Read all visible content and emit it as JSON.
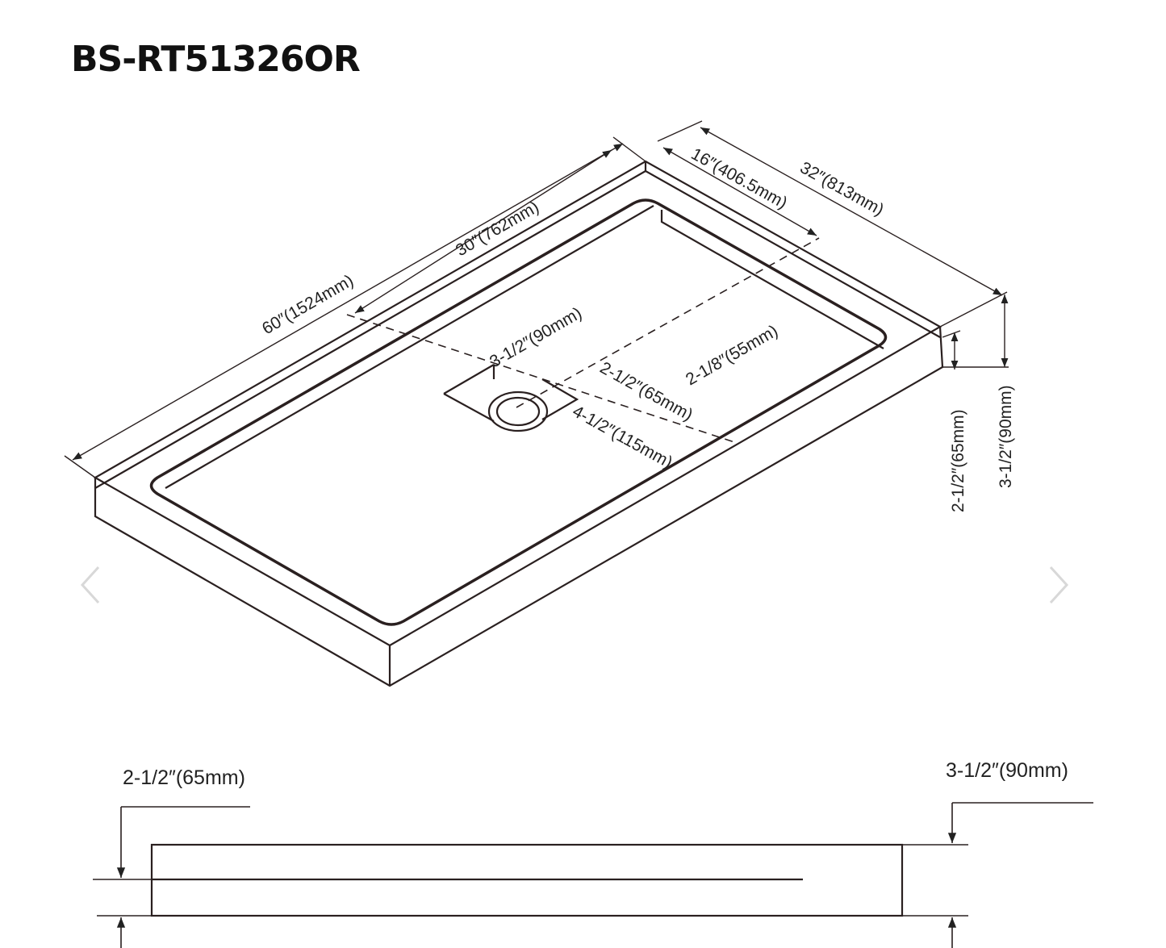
{
  "title": "BS-RT51326OR",
  "labels": {
    "length": "60″(1524mm)",
    "half_length": "30″(762mm)",
    "half_width": "16″(406.5mm)",
    "width": "32″(813mm)",
    "drain_depth": "3-1/2″(90mm)",
    "drain_offset": "2-1/8″(55mm)",
    "flange_a": "2-1/2″(65mm)",
    "drain_size": "4-1/2″(115mm)",
    "side_inner": "2-1/2″(65mm)",
    "side_outer": "3-1/2″(90mm)",
    "bottom_left": "2-1/2″(65mm)",
    "bottom_right": "3-1/2″(90mm)"
  },
  "nav": {
    "prev_icon": "chevron-left-icon",
    "next_icon": "chevron-right-icon"
  }
}
